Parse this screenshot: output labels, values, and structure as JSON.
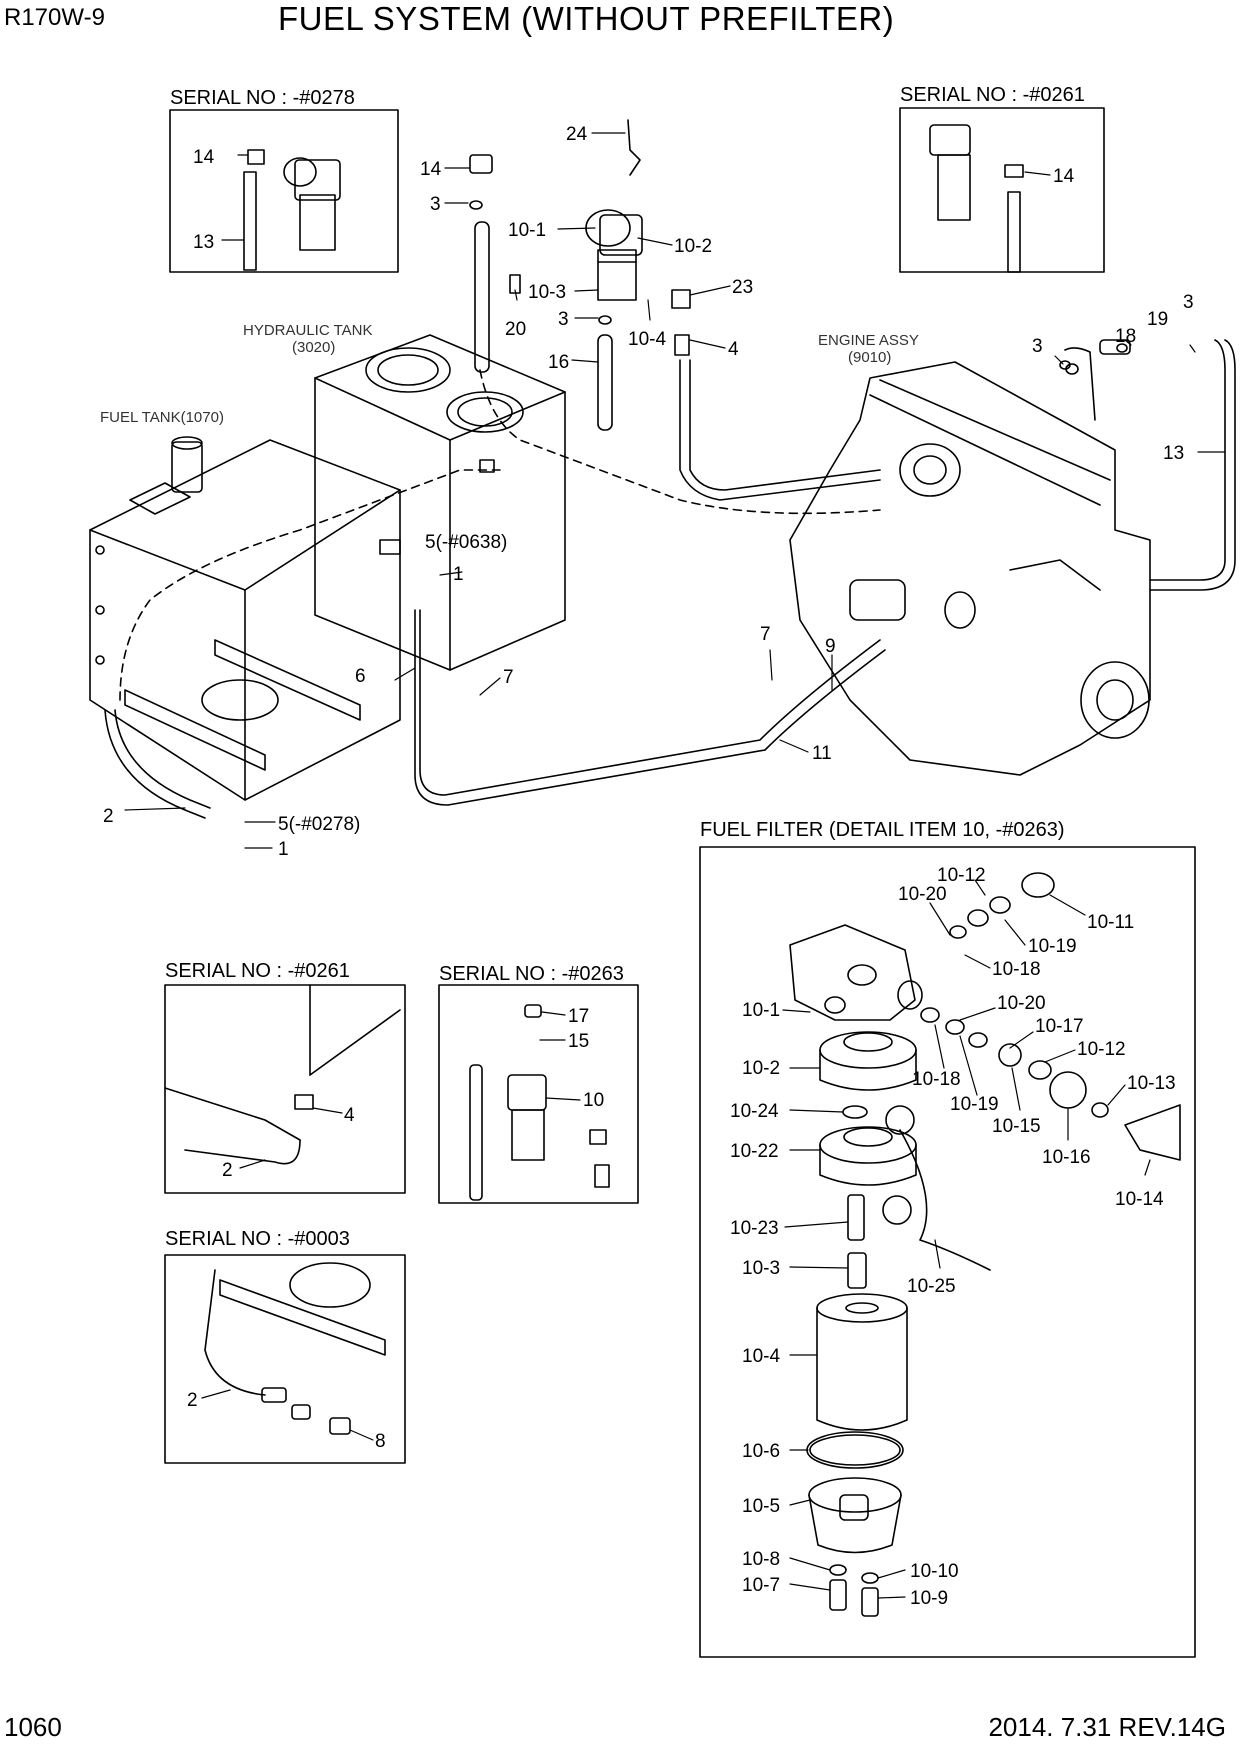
{
  "header": {
    "model": "R170W-9",
    "title": "FUEL SYSTEM (WITHOUT PREFILTER)"
  },
  "footer": {
    "page_number": "1060",
    "revision": "2014. 7.31  REV.14G"
  },
  "assemblies": {
    "hydraulic_tank": {
      "name": "HYDRAULIC TANK",
      "code": "(3020)"
    },
    "fuel_tank": {
      "name": "FUEL TANK(1070)"
    },
    "engine": {
      "name": "ENGINE ASSY",
      "code": "(9010)"
    }
  },
  "insets": {
    "serial_0278": "SERIAL NO : -#0278",
    "serial_0261_top": "SERIAL NO : -#0261",
    "serial_0261_bottom": "SERIAL NO : -#0261",
    "serial_0263": "SERIAL NO : -#0263",
    "serial_0003": "SERIAL NO : -#0003",
    "fuel_filter_detail": "FUEL FILTER (DETAIL ITEM 10, -#0263)"
  },
  "callouts": {
    "main": [
      {
        "id": "c24",
        "text": "24"
      },
      {
        "id": "c14",
        "text": "14"
      },
      {
        "id": "c3a",
        "text": "3"
      },
      {
        "id": "c10-1",
        "text": "10-1"
      },
      {
        "id": "c10-2",
        "text": "10-2"
      },
      {
        "id": "c10-3",
        "text": "10-3"
      },
      {
        "id": "c23",
        "text": "23"
      },
      {
        "id": "c20",
        "text": "20"
      },
      {
        "id": "c3b",
        "text": "3"
      },
      {
        "id": "c10-4",
        "text": "10-4"
      },
      {
        "id": "c4",
        "text": "4"
      },
      {
        "id": "c16",
        "text": "16"
      },
      {
        "id": "c3c",
        "text": "3"
      },
      {
        "id": "c18",
        "text": "18"
      },
      {
        "id": "c19",
        "text": "19"
      },
      {
        "id": "c3d",
        "text": "3"
      },
      {
        "id": "c13",
        "text": "13"
      },
      {
        "id": "c5a",
        "text": "5(-#0638)"
      },
      {
        "id": "c1a",
        "text": "1"
      },
      {
        "id": "c6",
        "text": "6"
      },
      {
        "id": "c7a",
        "text": "7"
      },
      {
        "id": "c7b",
        "text": "7"
      },
      {
        "id": "c9",
        "text": "9"
      },
      {
        "id": "c11",
        "text": "11"
      },
      {
        "id": "c2",
        "text": "2"
      },
      {
        "id": "c5b",
        "text": "5(-#0278)"
      },
      {
        "id": "c1b",
        "text": "1"
      }
    ],
    "inset_0278": [
      {
        "id": "i14",
        "text": "14"
      },
      {
        "id": "i13",
        "text": "13"
      }
    ],
    "inset_0261_top": [
      {
        "id": "j14",
        "text": "14"
      }
    ],
    "inset_0261_bottom": [
      {
        "id": "k4",
        "text": "4"
      },
      {
        "id": "k2",
        "text": "2"
      }
    ],
    "inset_0263": [
      {
        "id": "m17",
        "text": "17"
      },
      {
        "id": "m15",
        "text": "15"
      },
      {
        "id": "m10",
        "text": "10"
      }
    ],
    "inset_0003": [
      {
        "id": "n2",
        "text": "2"
      },
      {
        "id": "n8",
        "text": "8"
      }
    ],
    "filter_detail": [
      {
        "id": "f10-12a",
        "text": "10-12"
      },
      {
        "id": "f10-20a",
        "text": "10-20"
      },
      {
        "id": "f10-11",
        "text": "10-11"
      },
      {
        "id": "f10-19a",
        "text": "10-19"
      },
      {
        "id": "f10-18a",
        "text": "10-18"
      },
      {
        "id": "f10-1",
        "text": "10-1"
      },
      {
        "id": "f10-20b",
        "text": "10-20"
      },
      {
        "id": "f10-17",
        "text": "10-17"
      },
      {
        "id": "f10-12b",
        "text": "10-12"
      },
      {
        "id": "f10-2",
        "text": "10-2"
      },
      {
        "id": "f10-18b",
        "text": "10-18"
      },
      {
        "id": "f10-19b",
        "text": "10-19"
      },
      {
        "id": "f10-13",
        "text": "10-13"
      },
      {
        "id": "f10-24",
        "text": "10-24"
      },
      {
        "id": "f10-15",
        "text": "10-15"
      },
      {
        "id": "f10-16",
        "text": "10-16"
      },
      {
        "id": "f10-22",
        "text": "10-22"
      },
      {
        "id": "f10-14",
        "text": "10-14"
      },
      {
        "id": "f10-23",
        "text": "10-23"
      },
      {
        "id": "f10-3",
        "text": "10-3"
      },
      {
        "id": "f10-25",
        "text": "10-25"
      },
      {
        "id": "f10-4",
        "text": "10-4"
      },
      {
        "id": "f10-6",
        "text": "10-6"
      },
      {
        "id": "f10-5",
        "text": "10-5"
      },
      {
        "id": "f10-8",
        "text": "10-8"
      },
      {
        "id": "f10-10",
        "text": "10-10"
      },
      {
        "id": "f10-7",
        "text": "10-7"
      },
      {
        "id": "f10-9",
        "text": "10-9"
      }
    ]
  }
}
